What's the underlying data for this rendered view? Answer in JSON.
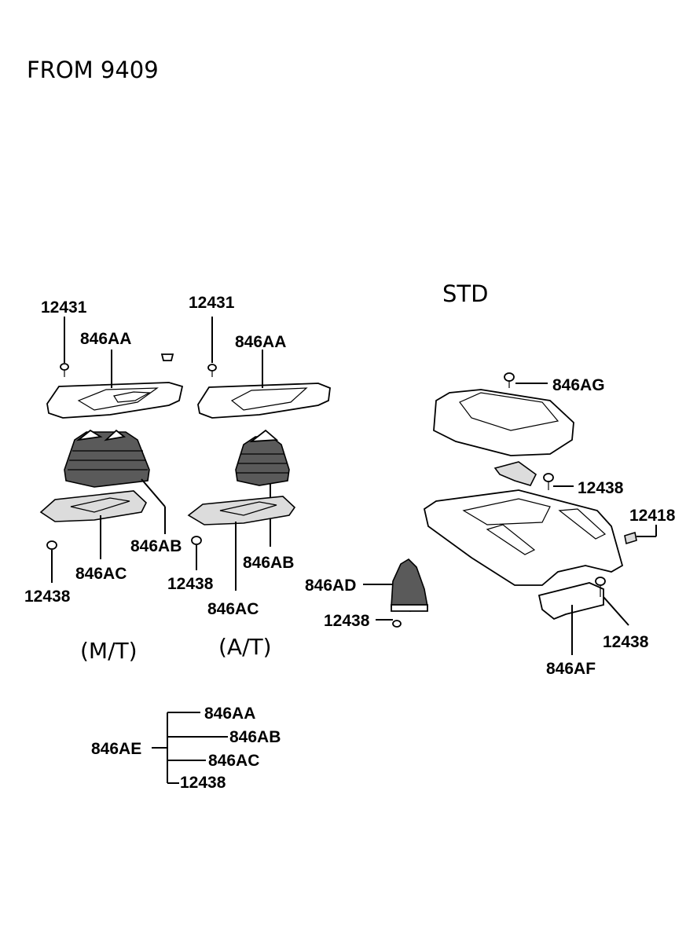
{
  "header": {
    "title": "FROM 9409",
    "variant": "STD"
  },
  "captions": {
    "mt": "(M/T)",
    "at": "(A/T)"
  },
  "labels": {
    "mt_12431": "12431",
    "mt_846AA": "846AA",
    "mt_846AB": "846AB",
    "mt_846AC": "846AC",
    "mt_12438": "12438",
    "at_12431": "12431",
    "at_846AA": "846AA",
    "at_846AB": "846AB",
    "at_846AC": "846AC",
    "at_12438": "12438",
    "mid_846AD": "846AD",
    "mid_12438": "12438",
    "std_846AG": "846AG",
    "std_12438_top": "12438",
    "std_12418": "12418",
    "std_12438_bottom": "12438",
    "std_846AF": "846AF"
  },
  "kit": {
    "assembly": "846AE",
    "components": [
      "846AA",
      "846AB",
      "846AC",
      "12438"
    ]
  }
}
